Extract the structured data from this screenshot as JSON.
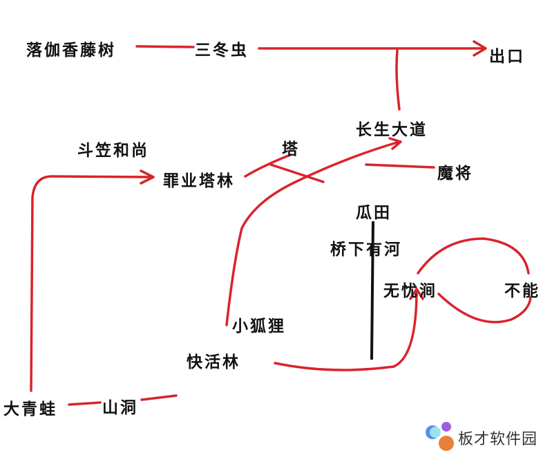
{
  "nodes": {
    "luojia": "落伽香藤树",
    "sandong": "三冬虫",
    "exit": "出口",
    "changsheng": "长生大道",
    "douli": "斗笠和尚",
    "ta": "塔",
    "zuiye": "罪业塔林",
    "mojiang": "魔将",
    "guatian": "瓜田",
    "qiaoxia": "桥下有河",
    "wuyou": "无忧涧",
    "buneng": "不能",
    "xiaohuli": "小狐狸",
    "kuaihuo": "快活林",
    "daqingwa": "大青蛙",
    "shandong": "山洞"
  },
  "watermark": "板才软件园",
  "colors": {
    "line": "#d9232b",
    "divider": "#111111"
  }
}
